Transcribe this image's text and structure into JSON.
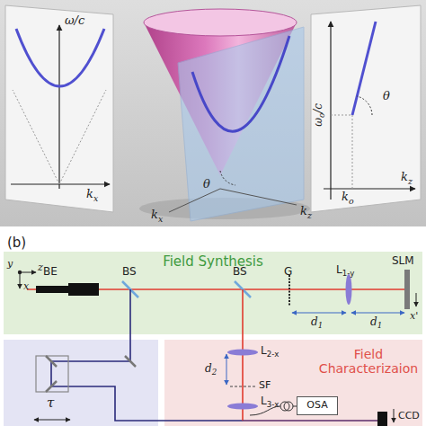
{
  "diagram": {
    "nodes": [
      {
        "text": [
          "Field Synthesis"
        ]
      },
      {
        "text": [
          "τ"
        ]
      },
      {
        "text": [
          "Field Characterizaion"
        ]
      },
      {
        "text": [
          "OSA"
        ],
        "in": 2
      }
    ],
    "labels": [
      "ω/c",
      "kx",
      "kx",
      "θ",
      "kz",
      "ωo/c",
      "θ",
      "ko",
      "kz",
      "(b)",
      "y",
      "z",
      "x",
      "BE",
      "BS",
      "BS",
      "G",
      "L1-y",
      "SLM",
      "d1",
      "d1",
      "x'",
      "L2-x",
      "d2",
      "SF",
      "L3-x",
      "CCD"
    ]
  }
}
